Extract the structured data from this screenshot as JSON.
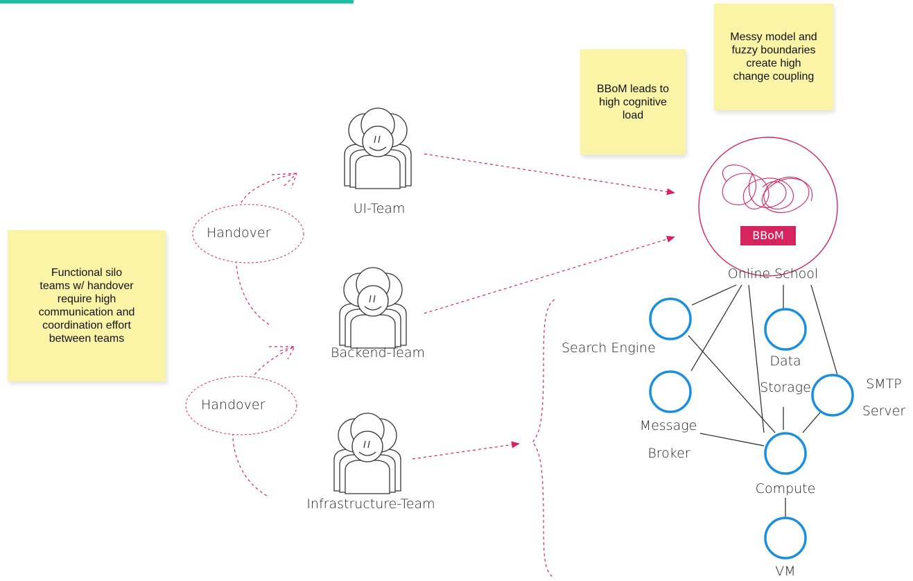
{
  "colors": {
    "accent_bar": "#1ebea5",
    "sticky": "#fbf3a6",
    "magenta": "#d6245f",
    "service_blue": "#1b8fdf",
    "line": "#222222"
  },
  "notes": {
    "silo": "Functional silo teams w/ handover require high communication and coordination effort between teams",
    "cognitive": "BBoM leads to high cognitive load",
    "messy": "Messy model and fuzzy boundaries create high change coupling"
  },
  "teams": {
    "ui": "UI-Team",
    "backend": "Backend-Team",
    "infra": "Infrastructure-Team"
  },
  "handovers": [
    "Handover",
    "Handover"
  ],
  "bbom": {
    "badge": "BBoM",
    "system": "Online School"
  },
  "services": {
    "search": "Search Engine",
    "data_1": "Data",
    "data_2": "Storage",
    "smtp_1": "SMTP",
    "smtp_2": "Server",
    "broker_1": "Message",
    "broker_2": "Broker",
    "compute": "Compute",
    "vm": "VM"
  }
}
